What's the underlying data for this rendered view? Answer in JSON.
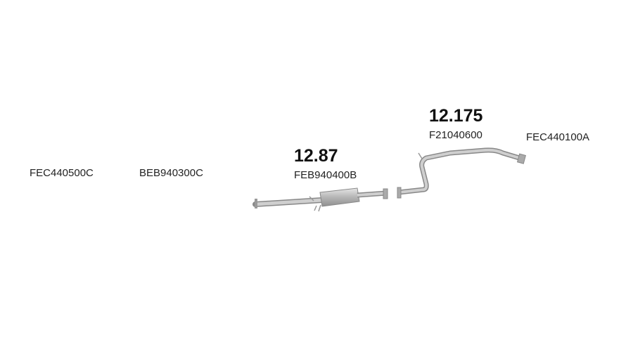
{
  "parts": [
    {
      "code": "FEC440500C"
    },
    {
      "code": "BEB940300C"
    },
    {
      "code": "FEB940400B",
      "ref": "12.87"
    },
    {
      "code": "F21040600",
      "ref": "12.175"
    },
    {
      "code": "FEC440100A"
    }
  ],
  "colors": {
    "pipe": "#b9b9b9",
    "pipe_edge": "#8a8a8a",
    "muffler": "#a8a8a8"
  }
}
